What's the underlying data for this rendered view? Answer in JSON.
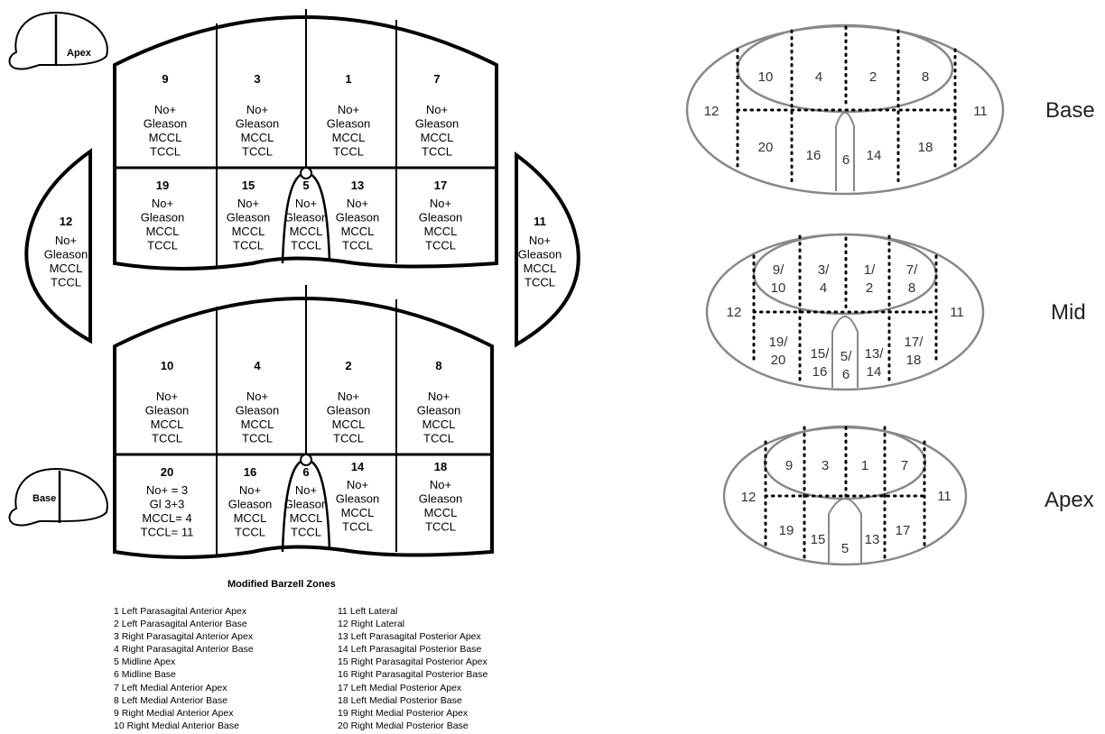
{
  "icons": {
    "apex_label": "Apex",
    "base_label": "Base"
  },
  "left_grid": {
    "top_block": [
      {
        "zone": "9",
        "lines": [
          "No+",
          "Gleason",
          "MCCL",
          "TCCL"
        ]
      },
      {
        "zone": "3",
        "lines": [
          "No+",
          "Gleason",
          "MCCL",
          "TCCL"
        ]
      },
      {
        "zone": "1",
        "lines": [
          "No+",
          "Gleason",
          "MCCL",
          "TCCL"
        ]
      },
      {
        "zone": "7",
        "lines": [
          "No+",
          "Gleason",
          "MCCL",
          "TCCL"
        ]
      },
      {
        "zone": "19",
        "lines": [
          "No+",
          "Gleason",
          "MCCL",
          "TCCL"
        ]
      },
      {
        "zone": "15",
        "lines": [
          "No+",
          "Gleason",
          "MCCL",
          "TCCL"
        ]
      },
      {
        "zone": "5",
        "lines": [
          "No+",
          "Gleason",
          "MCCL",
          "TCCL"
        ]
      },
      {
        "zone": "13",
        "lines": [
          "No+",
          "Gleason",
          "MCCL",
          "TCCL"
        ]
      },
      {
        "zone": "17",
        "lines": [
          "No+",
          "Gleason",
          "MCCL",
          "TCCL"
        ]
      }
    ],
    "bottom_block": [
      {
        "zone": "10",
        "lines": [
          "No+",
          "Gleason",
          "MCCL",
          "TCCL"
        ]
      },
      {
        "zone": "4",
        "lines": [
          "No+",
          "Gleason",
          "MCCL",
          "TCCL"
        ]
      },
      {
        "zone": "2",
        "lines": [
          "No+",
          "Gleason",
          "MCCL",
          "TCCL"
        ]
      },
      {
        "zone": "8",
        "lines": [
          "No+",
          "Gleason",
          "MCCL",
          "TCCL"
        ]
      },
      {
        "zone": "20",
        "lines": [
          "No+ = 3",
          "Gl 3+3",
          "MCCL= 4",
          "TCCL= 11"
        ]
      },
      {
        "zone": "16",
        "lines": [
          "No+",
          "Gleason",
          "MCCL",
          "TCCL"
        ]
      },
      {
        "zone": "6",
        "lines": [
          "No+",
          "Gleason",
          "MCCL",
          "TCCL"
        ]
      },
      {
        "zone": "14",
        "lines": [
          "No+",
          "Gleason",
          "MCCL",
          "TCCL"
        ]
      },
      {
        "zone": "18",
        "lines": [
          "No+",
          "Gleason",
          "MCCL",
          "TCCL"
        ]
      }
    ],
    "lateral_left": {
      "zone": "12",
      "lines": [
        "No+",
        "Gleason",
        "MCCL",
        "TCCL"
      ]
    },
    "lateral_right": {
      "zone": "11",
      "lines": [
        "No+",
        "Gleason",
        "MCCL",
        "TCCL"
      ]
    }
  },
  "legend": {
    "title": "Modified Barzell Zones",
    "col1": [
      "1  Left Parasagital Anterior Apex",
      "2  Left Parasagital Anterior Base",
      "3  Right Parasagital Anterior Apex",
      "4  Right Parasagital Anterior Base",
      "5  Midline Apex",
      "6  Midline Base",
      "7  Left Medial Anterior Apex",
      "8  Left Medial Anterior Base",
      "9  Right Medial Anterior Apex",
      "10 Right Medial Anterior Base"
    ],
    "col2": [
      "11 Left Lateral",
      "12 Right Lateral",
      "13 Left Parasagital Posterior Apex",
      "14 Left Parasagital Posterior Base",
      "15 Right Parasagital Posterior Apex",
      "16 Right Parasagital Posterior Base",
      "17 Left Medial Posterior Apex",
      "18 Left Medial Posterior Base",
      "19 Right Medial Posterior Apex",
      "20 Right Medial Posterior Base"
    ]
  },
  "right_diagrams": {
    "base": {
      "title": "Base",
      "labels": [
        "10",
        "4",
        "2",
        "8",
        "12",
        "11",
        "20",
        "16",
        "6",
        "14",
        "18"
      ]
    },
    "mid": {
      "title": "Mid",
      "labels": [
        "9/",
        "10",
        "3/",
        "4",
        "1/",
        "2",
        "7/",
        "8",
        "12",
        "11",
        "19/",
        "20",
        "15/",
        "16",
        "5/",
        "6",
        "13/",
        "14",
        "17/",
        "18"
      ]
    },
    "apex": {
      "title": "Apex",
      "labels": [
        "9",
        "3",
        "1",
        "7",
        "12",
        "11",
        "19",
        "15",
        "5",
        "13",
        "17"
      ]
    }
  }
}
